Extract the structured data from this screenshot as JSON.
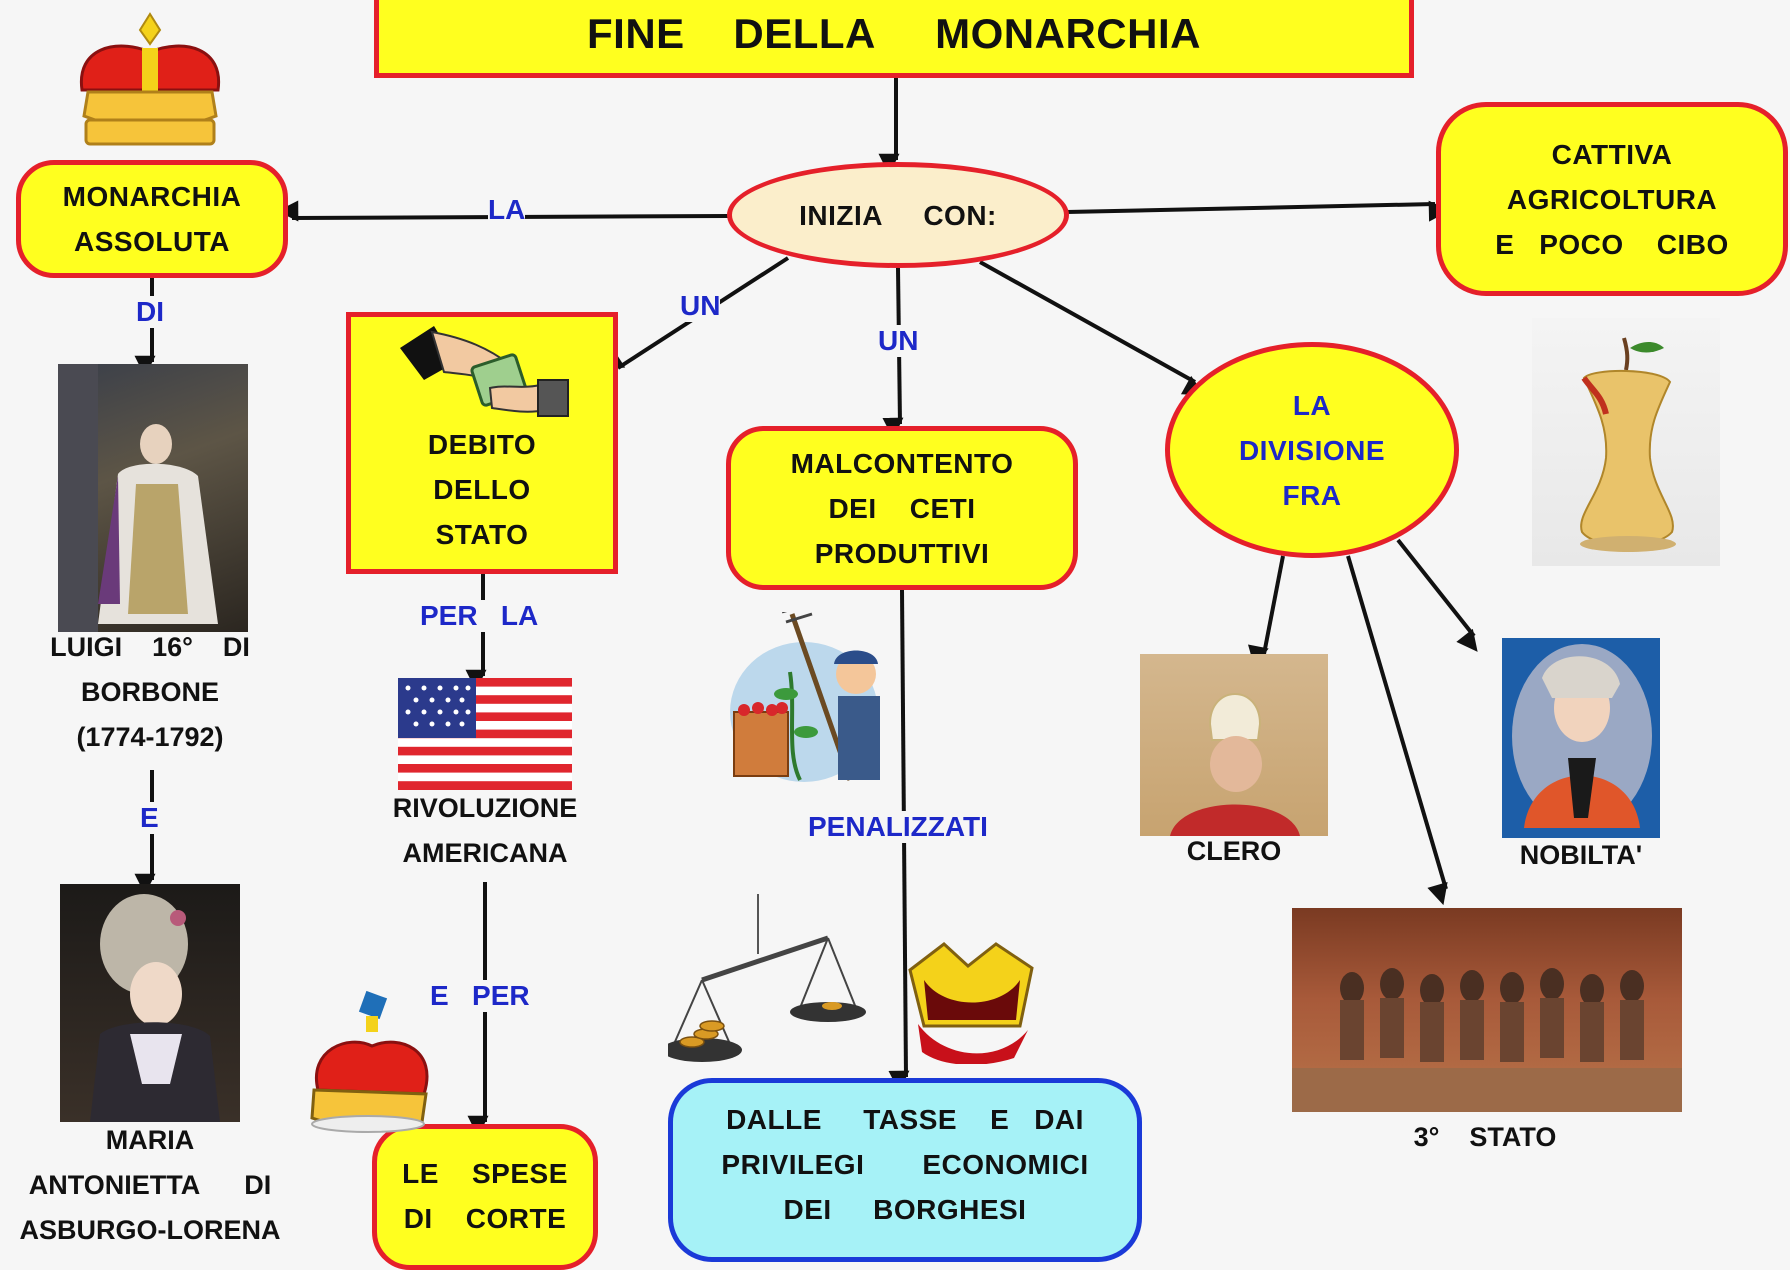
{
  "title": "FINE    DELLA     MONARCHIA",
  "nodes": {
    "inizia": "INIZIA     CON:",
    "monarchia": [
      "MONARCHIA",
      "ASSOLUTA"
    ],
    "cattiva": [
      "CATTIVA",
      "AGRICOLTURA",
      "E   POCO    CIBO"
    ],
    "debito": [
      "DEBITO",
      "DELLO",
      "STATO"
    ],
    "malcontento": [
      "MALCONTENTO",
      "DEI    CETI",
      "PRODUTTIVI"
    ],
    "divisione": [
      "LA",
      "DIVISIONE",
      "FRA"
    ],
    "spese": [
      "LE    SPESE",
      "DI    CORTE"
    ],
    "tasse": [
      "DALLE     TASSE    E   DAI",
      "PRIVILEGI       ECONOMICI",
      "DEI     BORGHESI"
    ]
  },
  "connectors": {
    "la": "LA",
    "di": "DI",
    "un_left": "UN",
    "un_mid": "UN",
    "per_la": "PER   LA",
    "e": "E",
    "e_per": "E   PER",
    "penalizzati": "PENALIZZATI"
  },
  "captions": {
    "luigi": [
      "LUIGI    16°    DI",
      "BORBONE",
      "(1774-1792)"
    ],
    "maria": [
      "MARIA",
      "ANTONIETTA      DI",
      "ASBURGO-LORENA"
    ],
    "rivoluzione": [
      "RIVOLUZIONE",
      "AMERICANA"
    ],
    "clero": "CLERO",
    "nobilta": "NOBILTA'",
    "terzo_stato": "3°    STATO"
  },
  "colors": {
    "node_fill": "#ffff1f",
    "node_border": "#e5202a",
    "ellipse_fill": "#fbeecb",
    "tasse_fill": "#a6f2f7",
    "tasse_border": "#1a3ad8",
    "connector_text": "#1d28c8",
    "arrow": "#111111"
  },
  "icons": [
    "crown-icon",
    "handshake-money-icon",
    "us-flag-icon",
    "farmer-icon",
    "scales-icon",
    "royal-crown-icon",
    "apple-core-icon"
  ]
}
